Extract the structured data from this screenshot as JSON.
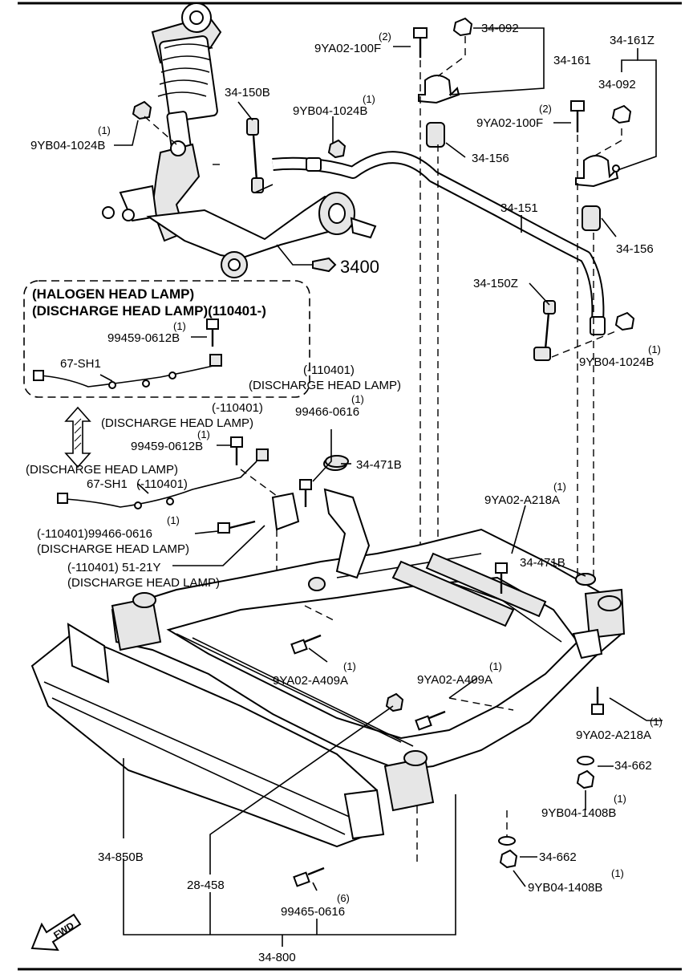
{
  "labels": {
    "p_34_150B": "34-150B",
    "p_9YB04_1024B_top_qty": "(1)",
    "p_9YB04_1024B_top": "9YB04-1024B",
    "p_9YB04_1024B_left_qty": "(1)",
    "p_9YB04_1024B_left": "9YB04-1024B",
    "p_9YA02_100F_a_qty": "(2)",
    "p_9YA02_100F_a": "9YA02-100F",
    "p_34_092_a": "34-092",
    "p_34_161": "34-161",
    "p_34_161Z": "34-161Z",
    "p_34_092_b": "34-092",
    "p_9YA02_100F_b_qty": "(2)",
    "p_9YA02_100F_b": "9YA02-100F",
    "p_34_156_a": "34-156",
    "p_34_151": "34-151",
    "p_34_156_b": "34-156",
    "p_3400": "3400",
    "p_34_150Z": "34-150Z",
    "p_9YB04_1024B_right_qty": "(1)",
    "p_9YB04_1024B_right": "9YB04-1024B",
    "box_line1": "(HALOGEN HEAD LAMP)",
    "box_line2": "(DISCHARGE HEAD LAMP)(110401-)",
    "p_99459_0612B_a_qty": "(1)",
    "p_99459_0612B_a": "99459-0612B",
    "p_67_SH1_a": "67-SH1",
    "note_110401_a": "(-110401)",
    "note_discharge_a": "(DISCHARGE HEAD LAMP)",
    "p_99466_0616_a_qty": "(1)",
    "p_99466_0616_a": "99466-0616",
    "note_110401_b": "(-110401)",
    "note_discharge_b": "(DISCHARGE HEAD LAMP)",
    "p_99459_0612B_b_qty": "(1)",
    "p_99459_0612B_b": "99459-0612B",
    "note_discharge_c": "(DISCHARGE HEAD LAMP)",
    "p_67_SH1_b": "67-SH1",
    "note_110401_c": "(-110401)",
    "p_99466_0616_b_qty": "(1)",
    "p_99466_0616_b": "(-110401)99466-0616",
    "note_discharge_d": "(DISCHARGE HEAD LAMP)",
    "p_51_21Y": "(-110401) 51-21Y",
    "note_discharge_e": "(DISCHARGE HEAD LAMP)",
    "p_34_471B_a": "34-471B",
    "p_9YA02_A218A_a_qty": "(1)",
    "p_9YA02_A218A_a": "9YA02-A218A",
    "p_34_471B_b": "34-471B",
    "p_9YA02_A409A_a_qty": "(1)",
    "p_9YA02_A409A_a": "9YA02-A409A",
    "p_9YA02_A409A_b_qty": "(1)",
    "p_9YA02_A409A_b": "9YA02-A409A",
    "p_9YA02_A218A_b_qty": "(1)",
    "p_9YA02_A218A_b": "9YA02-A218A",
    "p_34_662_a": "34-662",
    "p_9YB04_1408B_a_qty": "(1)",
    "p_9YB04_1408B_a": "9YB04-1408B",
    "p_34_850B": "34-850B",
    "p_28_458": "28-458",
    "p_34_662_b": "34-662",
    "p_9YB04_1408B_b_qty": "(1)",
    "p_9YB04_1408B_b": "9YB04-1408B",
    "p_99465_0616_qty": "(6)",
    "p_99465_0616": "99465-0616",
    "p_34_800": "34-800",
    "fwd": "FWD"
  }
}
